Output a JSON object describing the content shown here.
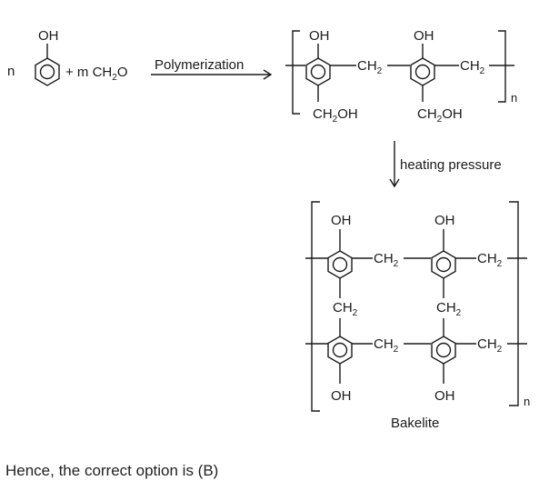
{
  "reaction": {
    "reactant_coef": "n",
    "reactant_oh": "OH",
    "plus_term_prefix": "+ m CH",
    "plus_term_sub": "2",
    "plus_term_suffix": "O",
    "step1_label": "Polymerization",
    "step2_label": "heating pressure"
  },
  "polymer1": {
    "oh_left": "OH",
    "oh_right": "OH",
    "ch2_bridge_1": "CH",
    "ch2_bridge_1_sub": "2",
    "ch2_bridge_2": "CH",
    "ch2_bridge_2_sub": "2",
    "ch2oh_left": "CH",
    "ch2oh_left_sub": "2",
    "ch2oh_left_tail": "OH",
    "ch2oh_right": "CH",
    "ch2oh_right_sub": "2",
    "ch2oh_right_tail": "OH",
    "repeat_n": "n"
  },
  "bakelite": {
    "top_oh_left": "OH",
    "top_oh_right": "OH",
    "ch2_top_1": "CH",
    "ch2_top_1_sub": "2",
    "ch2_top_2": "CH",
    "ch2_top_2_sub": "2",
    "ch2_mid_left": "CH",
    "ch2_mid_left_sub": "2",
    "ch2_mid_right": "CH",
    "ch2_mid_right_sub": "2",
    "ch2_bot_1": "CH",
    "ch2_bot_1_sub": "2",
    "ch2_bot_2": "CH",
    "ch2_bot_2_sub": "2",
    "bot_oh_left": "OH",
    "bot_oh_right": "OH",
    "repeat_n": "n",
    "product_name": "Bakelite"
  },
  "conclusion": "Hence, the correct option is (B)"
}
